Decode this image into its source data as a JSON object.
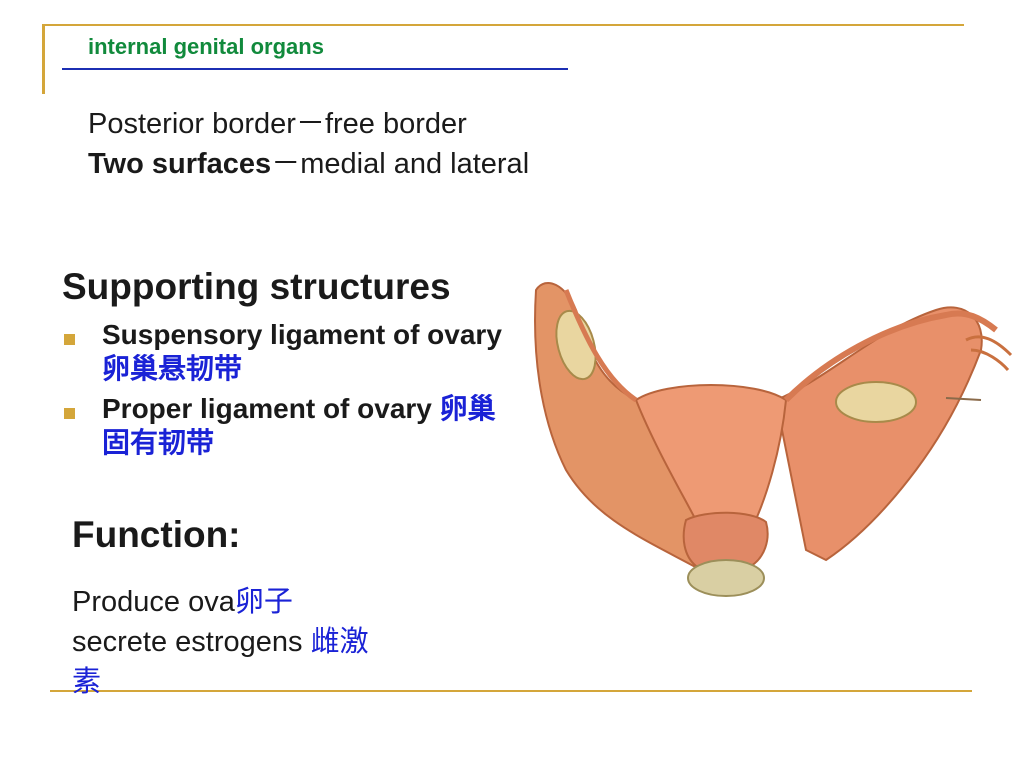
{
  "title": "internal genital organs",
  "borders": {
    "posterior_label": "Posterior border",
    "posterior_dash": "－",
    "posterior_value": "free border",
    "surfaces_label": "Two surfaces",
    "surfaces_dash": "－",
    "surfaces_value": "medial and lateral"
  },
  "supporting": {
    "heading": "Supporting structures",
    "items": [
      {
        "en": "Suspensory ligament of ovary ",
        "cn": "卵巢悬韧带"
      },
      {
        "en": "Proper ligament of ovary ",
        "cn": "卵巢固有韧带"
      }
    ]
  },
  "function": {
    "heading": "Function:",
    "line1_en": "Produce ova",
    "line1_cn": "卵子",
    "line2_en": "secrete estrogens ",
    "line2_cn": "雌激素"
  },
  "colors": {
    "frame_gold": "#d4a63a",
    "title_green": "#118a3c",
    "underline_blue": "#1c2fb3",
    "bullet_gold": "#d4a63a",
    "chinese_blue": "#1a22d6",
    "tissue_orange": "#e8906a"
  },
  "image": {
    "subject": "uterus-ovaries-illustration"
  }
}
